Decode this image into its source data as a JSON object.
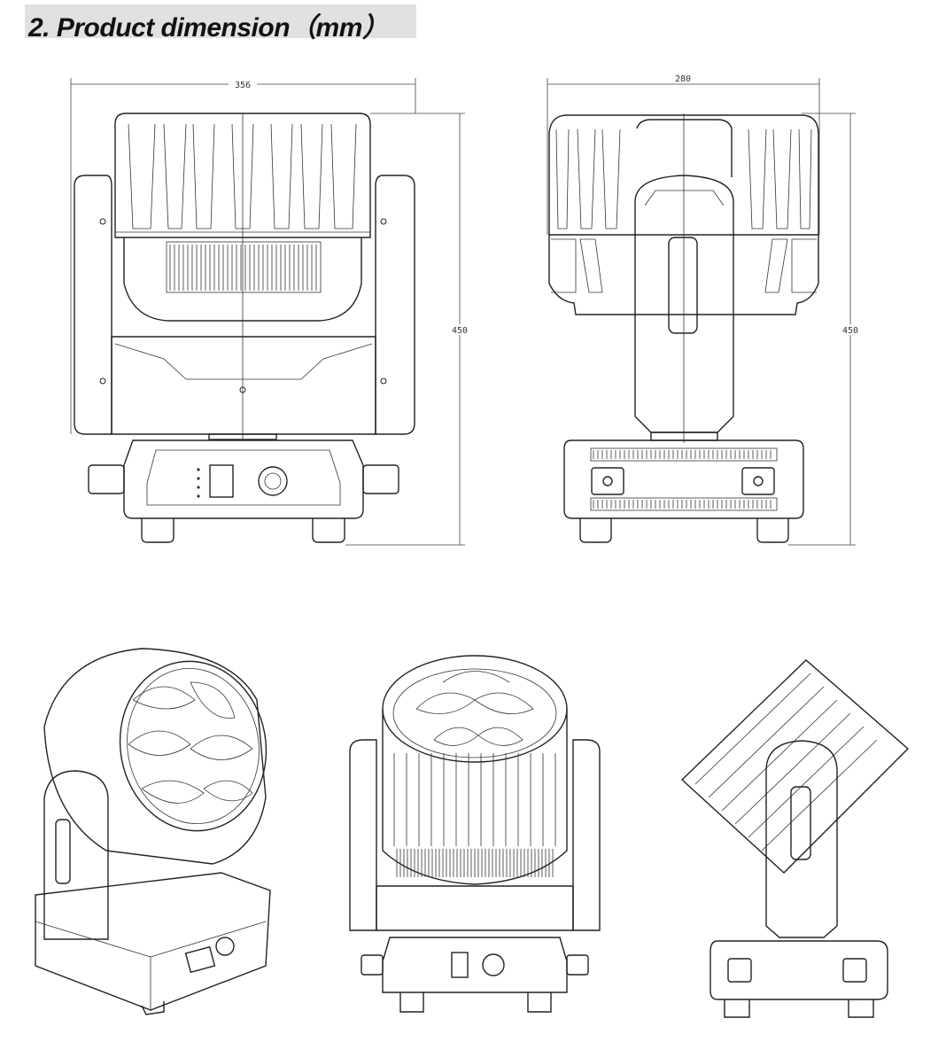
{
  "title": "2. Product dimension（mm）",
  "front_view": {
    "width_label": "356",
    "height_label": "450"
  },
  "side_view": {
    "width_label": "280",
    "height_label": "450"
  },
  "colors": {
    "title_bg": "#e1e1e1",
    "line": "#222222"
  }
}
